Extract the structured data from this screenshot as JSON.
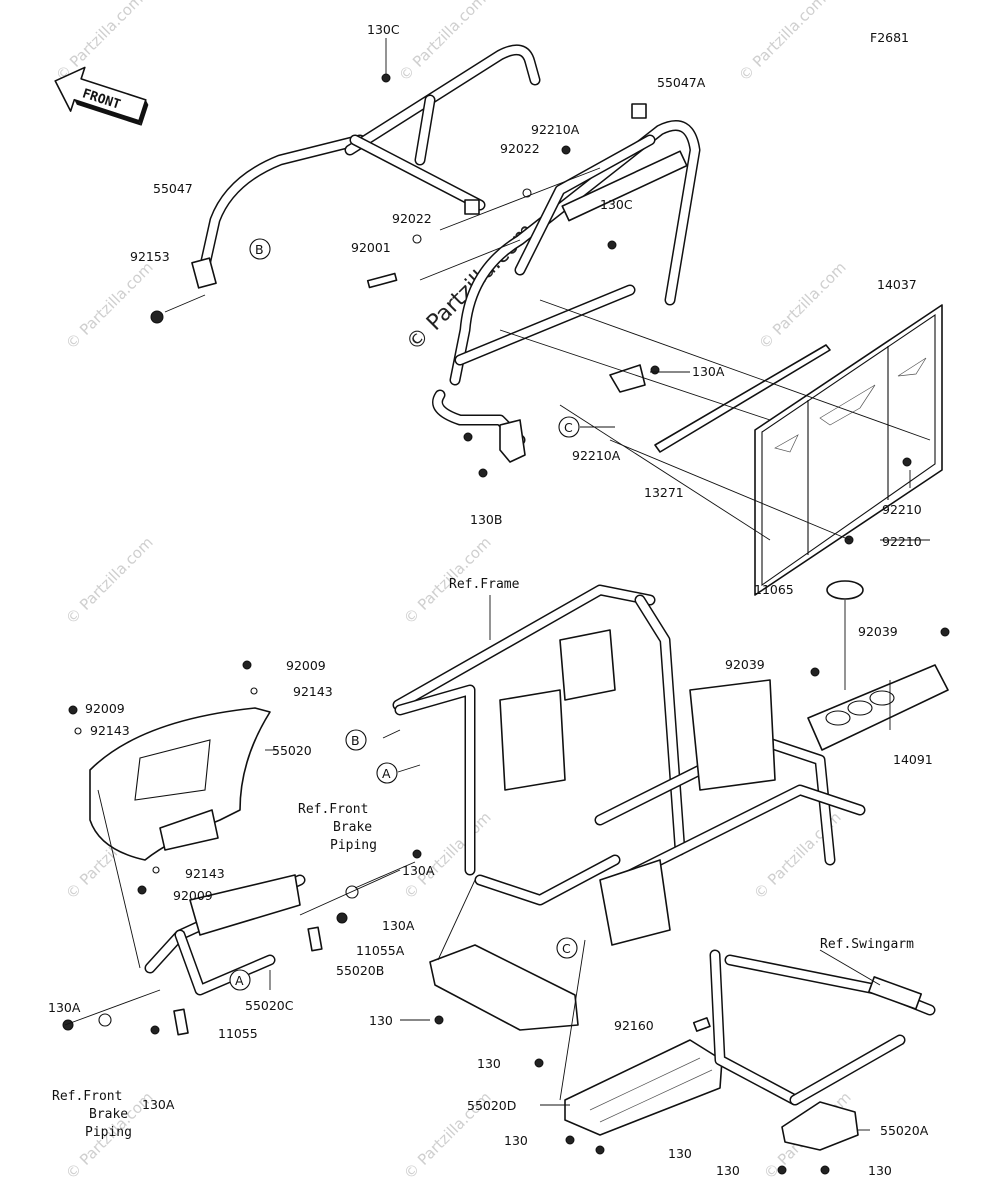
{
  "figure_code": "F2681",
  "front_label": "FRONT",
  "watermark": "© Partzilla.com",
  "watermark_center": "© Partzilla.com",
  "callouts": {
    "c130c_top": "130C",
    "c55047a": "55047A",
    "c92210a_top": "92210A",
    "c92022_top": "92022",
    "c55047": "55047",
    "c130c_mid": "130C",
    "c92022_mid": "92022",
    "c92001": "92001",
    "c92153": "92153",
    "c14037": "14037",
    "c130a_top": "130A",
    "c92210a_mid": "92210A",
    "c13271": "13271",
    "c130b": "130B",
    "c92210_a": "92210",
    "c92210_b": "92210",
    "c11065": "11065",
    "c92039_right": "92039",
    "c92039_left": "92039",
    "c14091": "14091",
    "c92009_top": "92009",
    "c92143_top": "92143",
    "c92009_left": "92009",
    "c92143_left": "92143",
    "c55020": "55020",
    "c92143_bottom": "92143",
    "c92009_bottom": "92009",
    "c130a_r1": "130A",
    "c130a_r2": "130A",
    "c11055a": "11055A",
    "c55020c": "55020C",
    "c130a_left": "130A",
    "c11055": "11055",
    "c130a_low": "130A",
    "c55020b": "55020B",
    "c130_a": "130",
    "c130_b": "130",
    "c92160": "92160",
    "c55020d": "55020D",
    "c130_c": "130",
    "c130_d": "130",
    "c55020a": "55020A",
    "c130_e": "130",
    "c130_f": "130"
  },
  "refs": {
    "frame": "Ref.Frame",
    "swingarm": "Ref.Swingarm",
    "brake_top": [
      "Ref.Front",
      "Brake",
      "Piping"
    ],
    "brake_bottom": [
      "Ref.Front",
      "Brake",
      "Piping"
    ]
  },
  "markers": {
    "b_top": "B",
    "c_mid": "C",
    "b_frame": "B",
    "a_frame": "A",
    "a_lower": "A",
    "c_lower": "C"
  }
}
